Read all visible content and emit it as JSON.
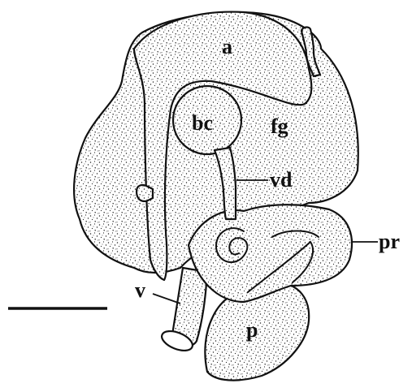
{
  "figure": {
    "labels": {
      "a": "a",
      "bc": "bc",
      "fg": "fg",
      "vd": "vd",
      "pr": "pr",
      "v": "v",
      "p": "p"
    },
    "colors": {
      "ink": "#111111",
      "fill": "#ffffff"
    }
  }
}
